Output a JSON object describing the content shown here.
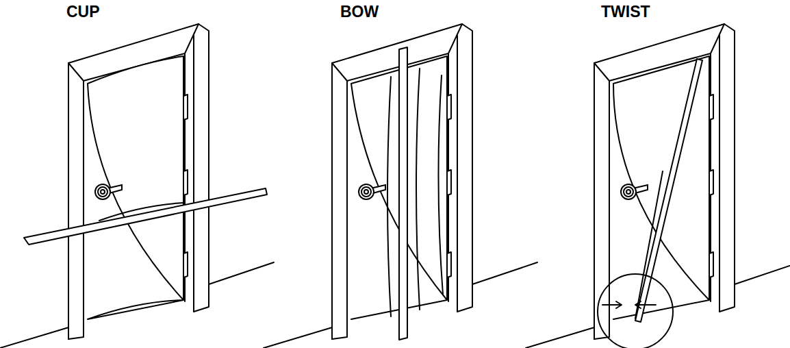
{
  "diagram": {
    "labels": [
      "CUP",
      "BOW",
      "TWIST"
    ]
  }
}
